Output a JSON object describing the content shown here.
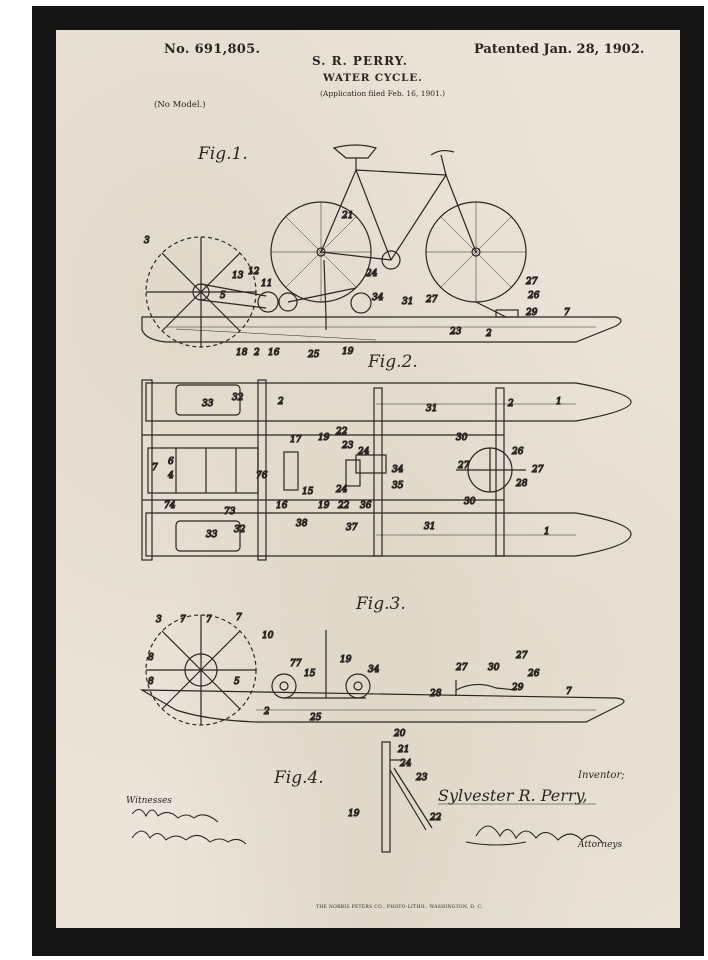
{
  "patent": {
    "number": "No. 691,805.",
    "inventor_header": "S. R. PERRY.",
    "title": "WATER CYCLE.",
    "application": "(Application filed Feb. 16, 1901.)",
    "date": "Patented Jan. 28, 1902.",
    "model_note": "(No Model.)"
  },
  "figures": {
    "fig1": "Fig.1.",
    "fig2": "Fig.2.",
    "fig3": "Fig.3.",
    "fig4": "Fig.4."
  },
  "signatures": {
    "inventor_label": "Inventor;",
    "inventor_name": "Sylvester R. Perry,",
    "witnesses_label": "Witnesses",
    "attorneys_label": "Attorneys"
  },
  "printer_credit": "THE NORRIS PETERS CO., PHOTO-LITHO., WASHINGTON, D. C.",
  "colors": {
    "frame": "#151515",
    "paper": "#ece6da",
    "ink": "#2a2622"
  }
}
